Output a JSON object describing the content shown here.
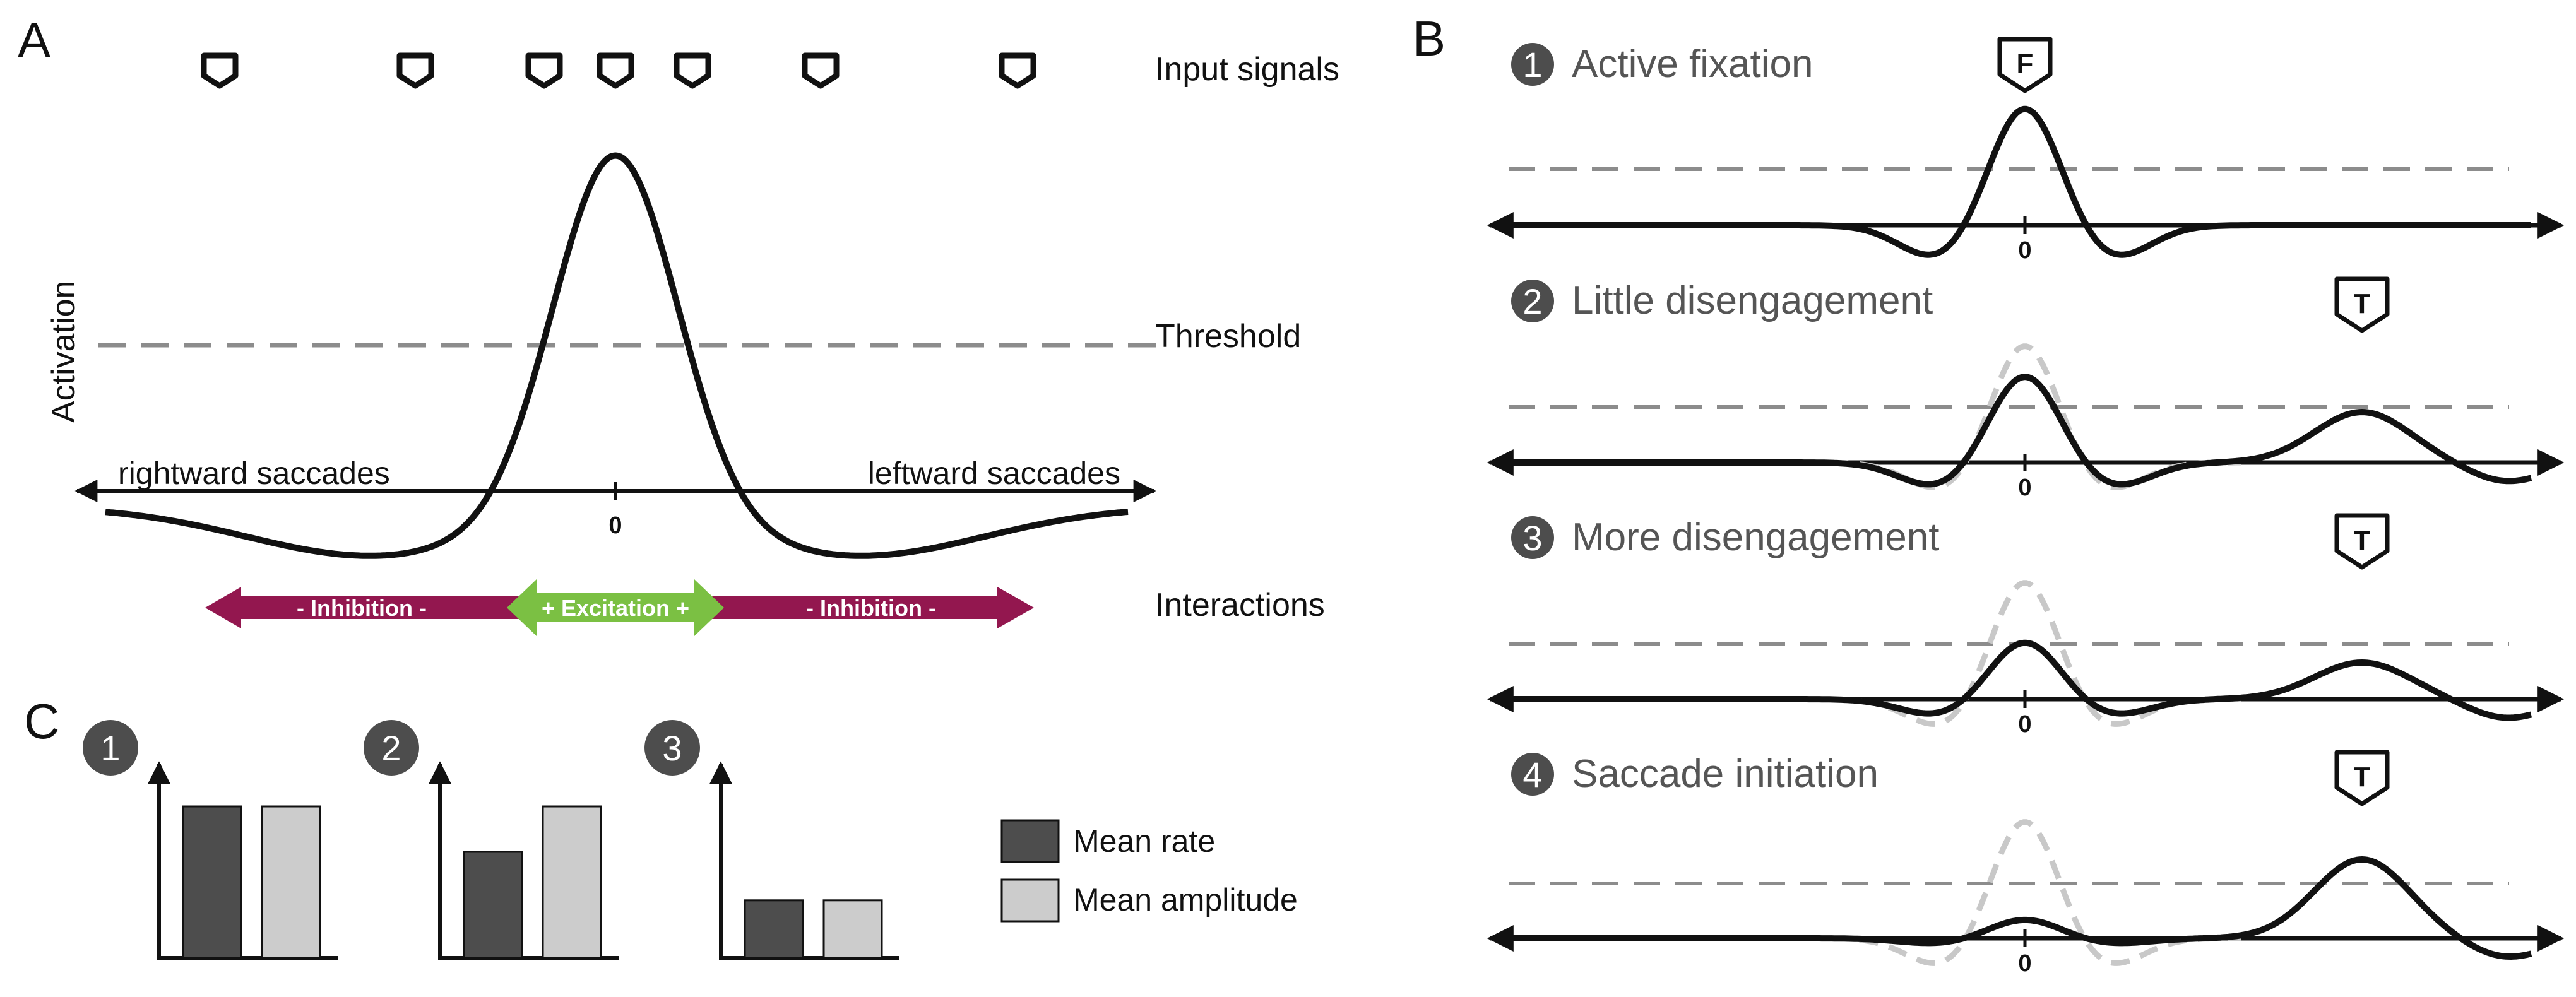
{
  "panels": {
    "a": {
      "letter": "A",
      "input_label": "Input signals",
      "threshold_label": "Threshold",
      "activation_label": "Activation",
      "interactions_label": "Interactions",
      "rightward_label": "rightward saccades",
      "leftward_label": "leftward saccades",
      "zero_label": "0",
      "inhibition_label": "- Inhibition -",
      "excitation_label": "+ Excitation +"
    },
    "b": {
      "letter": "B",
      "zero_label": "0",
      "steps": [
        {
          "num": "1",
          "title": "Active fixation",
          "marker": "F"
        },
        {
          "num": "2",
          "title": "Little disengagement",
          "marker": "T"
        },
        {
          "num": "3",
          "title": "More disengagement",
          "marker": "T"
        },
        {
          "num": "4",
          "title": "Saccade initiation",
          "marker": "T"
        }
      ]
    },
    "c": {
      "letter": "C",
      "legend": {
        "rate": "Mean rate",
        "amplitude": "Mean amplitude"
      },
      "groups": [
        {
          "num": "1",
          "mean_rate": 1.0,
          "mean_amplitude": 1.0
        },
        {
          "num": "2",
          "mean_rate": 0.7,
          "mean_amplitude": 1.0
        },
        {
          "num": "3",
          "mean_rate": 0.38,
          "mean_amplitude": 0.38
        }
      ]
    }
  },
  "colors": {
    "inhibition": "#93174f",
    "excitation": "#7bc043",
    "badge": "#4d4d4d",
    "rate_bar": "#4d4d4d",
    "amplitude_bar": "#cccccc",
    "threshold": "#8c8c8c",
    "ghost": "#c8c8c8"
  }
}
